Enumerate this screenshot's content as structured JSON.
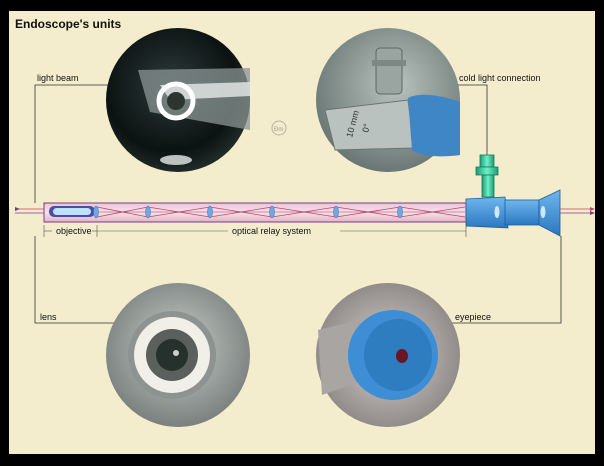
{
  "title": "Endoscope's units",
  "labels": {
    "light_beam": "light beam",
    "cold_light_connection": "cold light connection",
    "lens": "lens",
    "eyepiece": "eyepiece",
    "objective": "objective",
    "optical_relay_system": "optical relay system"
  },
  "photos": {
    "light_beam_text": "",
    "connection_text_a": "10 mm",
    "connection_text_b": "0°"
  },
  "logo": "Đm",
  "colors": {
    "background": "#f3eccd",
    "frame": "#000000",
    "tube_fill": "#f2d6dc",
    "tube_stroke": "#7a3c8a",
    "beam": "#cf3d6e",
    "lens": "#6ea8df",
    "eyepiece": "#3b8fd6",
    "connector": "#35c89a"
  }
}
